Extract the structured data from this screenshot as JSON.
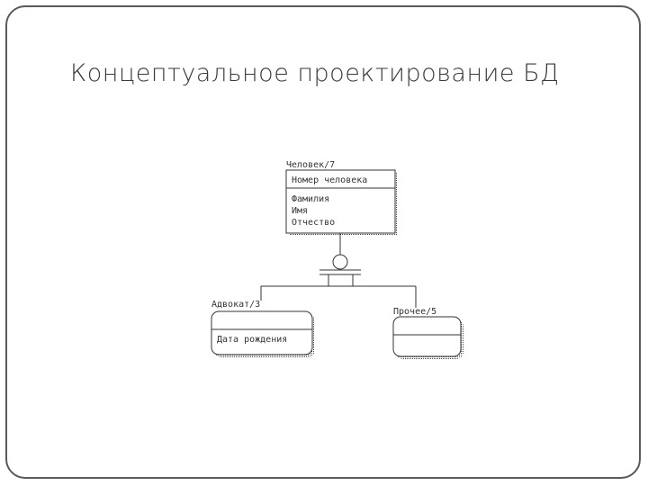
{
  "slide": {
    "title": "Концептуальное проектирование БД"
  },
  "diagram": {
    "parent_entity": {
      "label": "Человек/7",
      "key_attribute": "Номер человека",
      "attributes": [
        "Фамилия",
        "Имя",
        "Отчество"
      ]
    },
    "subtype_left": {
      "label": "Адвокат/3",
      "attributes": [
        "Дата рождения"
      ]
    },
    "subtype_right": {
      "label": "Прочее/5",
      "attributes": []
    }
  }
}
